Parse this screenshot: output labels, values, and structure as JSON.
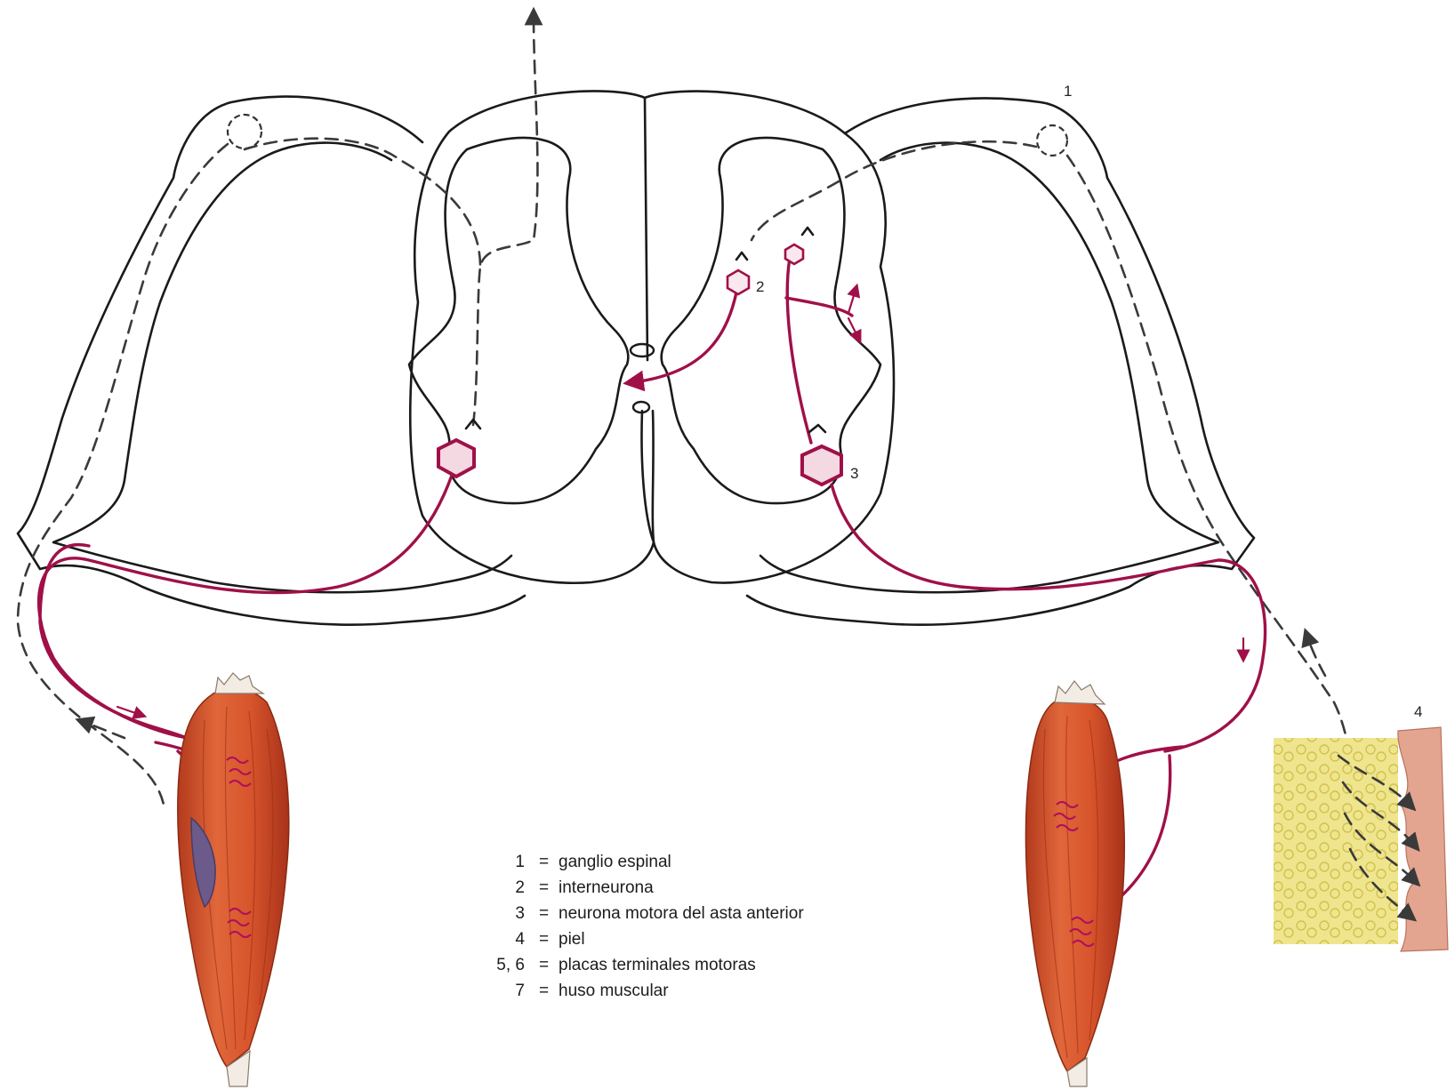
{
  "labels": {
    "ganglion_marker": "1",
    "interneuron_marker": "2",
    "motor_neuron_marker": "3",
    "skin_marker": "4"
  },
  "legend": [
    {
      "key": "1",
      "sep": "=",
      "text": "ganglio espinal"
    },
    {
      "key": "2",
      "sep": "=",
      "text": "interneurona"
    },
    {
      "key": "3",
      "sep": "=",
      "text": "neurona motora del asta anterior"
    },
    {
      "key": "4",
      "sep": "=",
      "text": "piel"
    },
    {
      "key": "5, 6",
      "sep": "=",
      "text": "placas terminales motoras"
    },
    {
      "key": "7",
      "sep": "=",
      "text": "huso muscular"
    }
  ],
  "colors": {
    "motor_pathway": "#a01048",
    "muscle": "#d4582e",
    "skin_fat": "#e9df7a",
    "skin_dermis": "#e2a08a"
  }
}
